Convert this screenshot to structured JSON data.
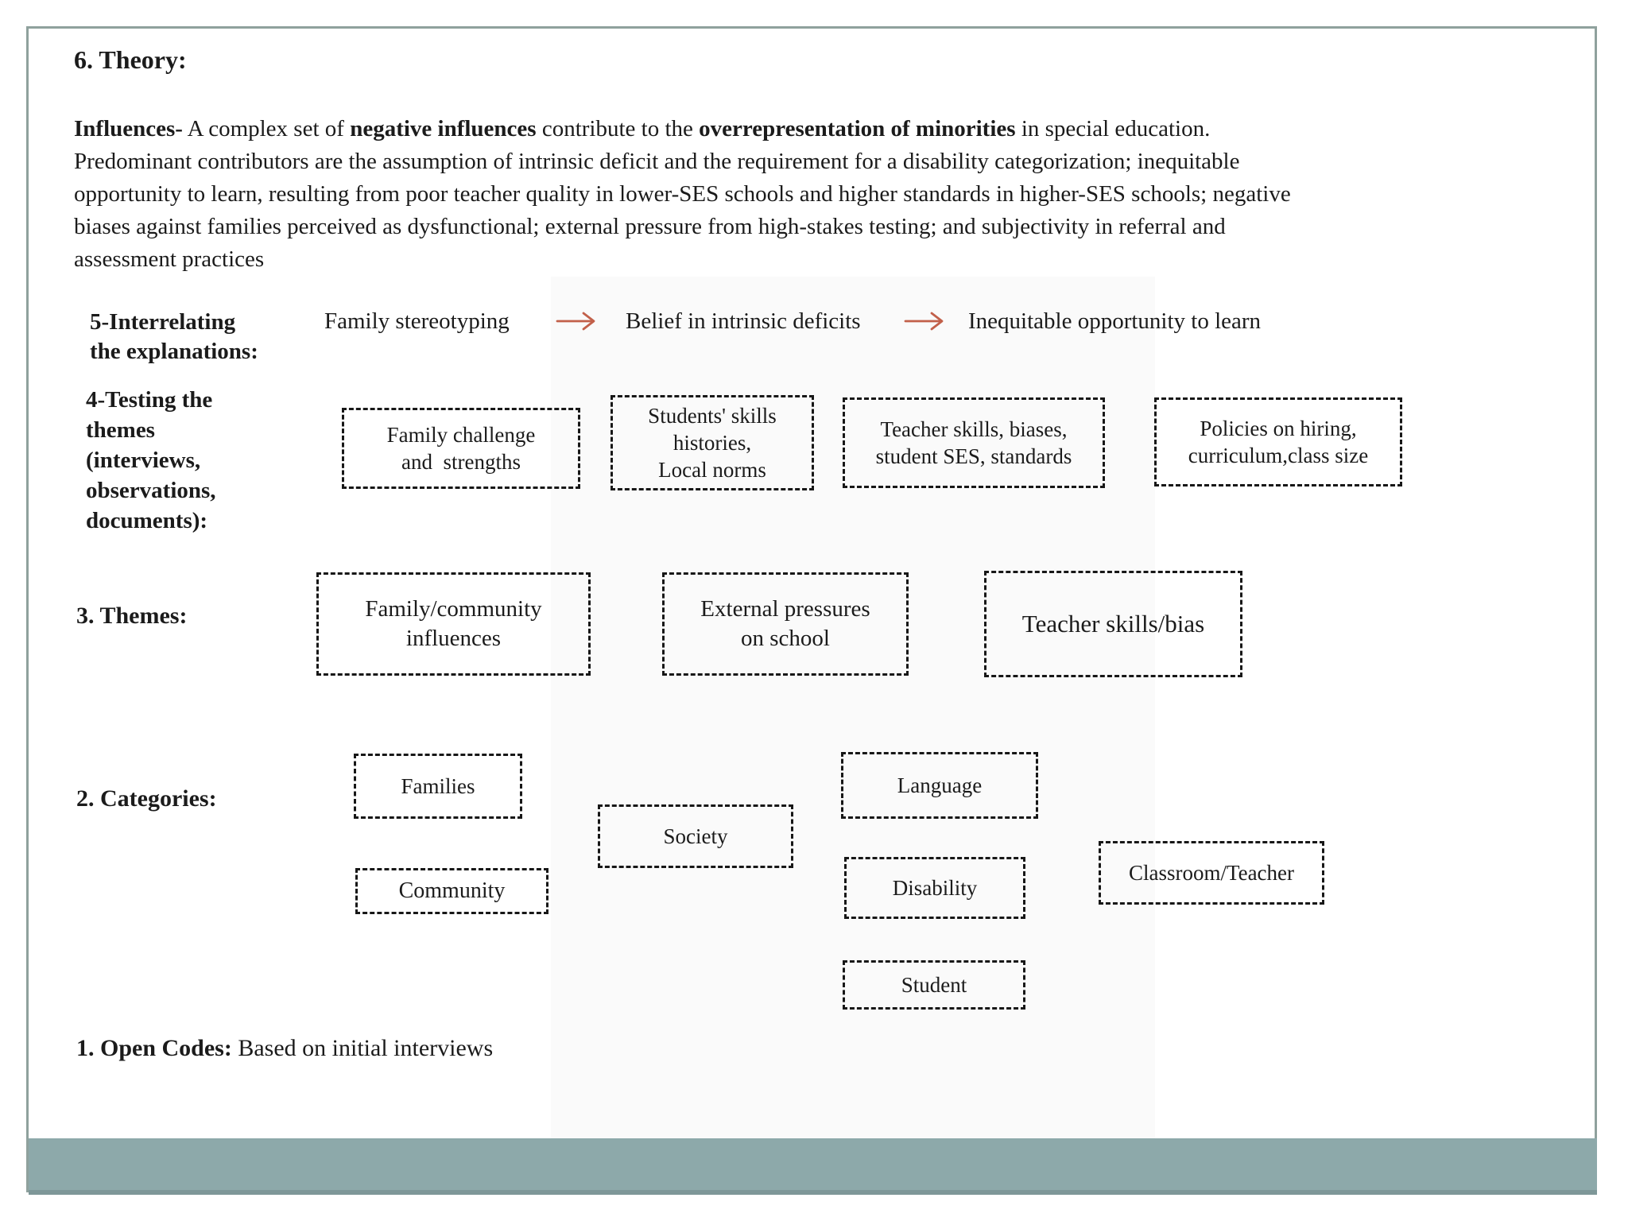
{
  "page": {
    "frame_border_color": "#8fa19d",
    "footer_band_color": "#8da9aa"
  },
  "theory": {
    "heading": "6. Theory:",
    "paragraph": {
      "line1": {
        "bold1": "Influences-",
        "text1": " A complex set of ",
        "bold2": "negative influences",
        "text2": " contribute to the ",
        "bold3": "overrepresentation of minorities",
        "text3": " in special education."
      },
      "line2": "Predominant contributors are the assumption of intrinsic deficit and the requirement for a disability categorization; inequitable",
      "line3": "opportunity to learn, resulting from poor teacher quality in lower-SES schools and higher standards in higher-SES schools; negative",
      "line4": "biases against families perceived as dysfunctional; external pressure from high-stakes testing; and subjectivity in referral and",
      "line5": "assessment practices"
    }
  },
  "interrelating": {
    "label_line1": "5-Interrelating",
    "label_line2": "the explanations:",
    "items": [
      "Family stereotyping",
      "Belief in intrinsic deficits",
      "Inequitable opportunity to learn"
    ],
    "arrow_color": "#c2604a"
  },
  "testing": {
    "label_lines": [
      "4-Testing the",
      "themes",
      "(interviews,",
      "observations,",
      "documents):"
    ],
    "boxes": [
      {
        "label": "Family challenge\nand  strengths"
      },
      {
        "label": "Students' skills\nhistories,\nLocal norms"
      },
      {
        "label": "Teacher skills, biases,\nstudent SES, standards"
      },
      {
        "label": "Policies on hiring,\ncurriculum,class size"
      }
    ]
  },
  "themes": {
    "label": "3. Themes:",
    "boxes": [
      {
        "label": "Family/community\ninfluences"
      },
      {
        "label": "External pressures\non school"
      },
      {
        "label": "Teacher skills/bias"
      }
    ]
  },
  "categories": {
    "label": "2. Categories:",
    "boxes": [
      {
        "label": "Families"
      },
      {
        "label": "Society"
      },
      {
        "label": "Language"
      },
      {
        "label": "Community"
      },
      {
        "label": "Disability"
      },
      {
        "label": "Classroom/Teacher"
      },
      {
        "label": "Student"
      }
    ]
  },
  "open_codes": {
    "label_bold": "1. Open Codes:",
    "label_rest": " Based on initial interviews"
  }
}
